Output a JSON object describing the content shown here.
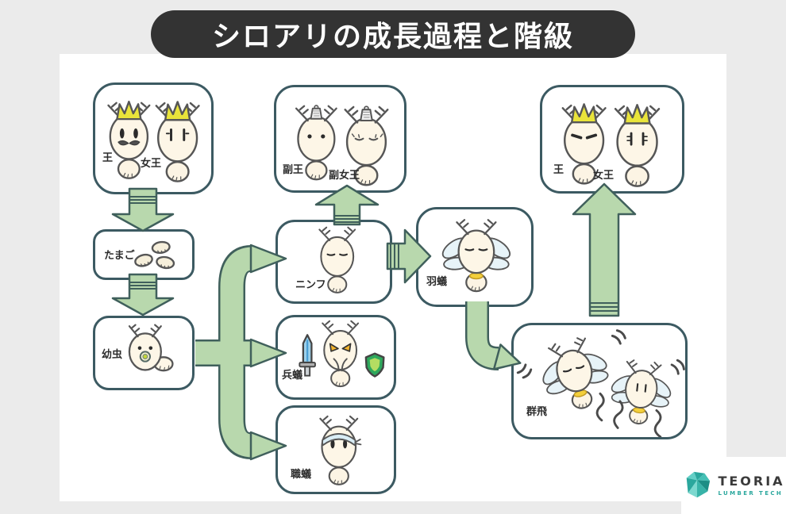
{
  "title": "シロアリの成長過程と階級",
  "boxes": {
    "royal_pair": {
      "king_label": "王",
      "queen_label": "女王"
    },
    "eggs": {
      "label": "たまご"
    },
    "larva": {
      "label": "幼虫"
    },
    "vice_royal_pair": {
      "vice_king_label": "副王",
      "vice_queen_label": "副女王"
    },
    "nymph": {
      "label": "ニンフ"
    },
    "soldier": {
      "label": "兵蟻"
    },
    "worker": {
      "label": "職蟻"
    },
    "alate": {
      "label": "羽蟻"
    },
    "swarm": {
      "label": "群飛"
    },
    "new_royal_pair": {
      "king_label": "王",
      "queen_label": "女王"
    }
  },
  "edges": [
    {
      "from": "royal_pair",
      "to": "eggs"
    },
    {
      "from": "eggs",
      "to": "larva"
    },
    {
      "from": "larva",
      "to": "nymph"
    },
    {
      "from": "larva",
      "to": "soldier"
    },
    {
      "from": "larva",
      "to": "worker"
    },
    {
      "from": "nymph",
      "to": "vice_royal_pair"
    },
    {
      "from": "nymph",
      "to": "alate"
    },
    {
      "from": "alate",
      "to": "swarm"
    },
    {
      "from": "swarm",
      "to": "new_royal_pair"
    }
  ],
  "logo": {
    "brand": "TEORIA",
    "tagline": "LUMBER TECH"
  },
  "colors": {
    "background": "#ebebeb",
    "canvas": "#ffffff",
    "banner": "#333333",
    "banner_text": "#ffffff",
    "box_border": "#3c5a62",
    "arrow_fill": "#b8d8ad",
    "arrow_outline": "#40605c",
    "crown_yellow": "#e9e43a",
    "wing_blue": "#e7f3f8",
    "body_cream": "#fdf6e7",
    "logo_teal": "#2aa79d"
  }
}
